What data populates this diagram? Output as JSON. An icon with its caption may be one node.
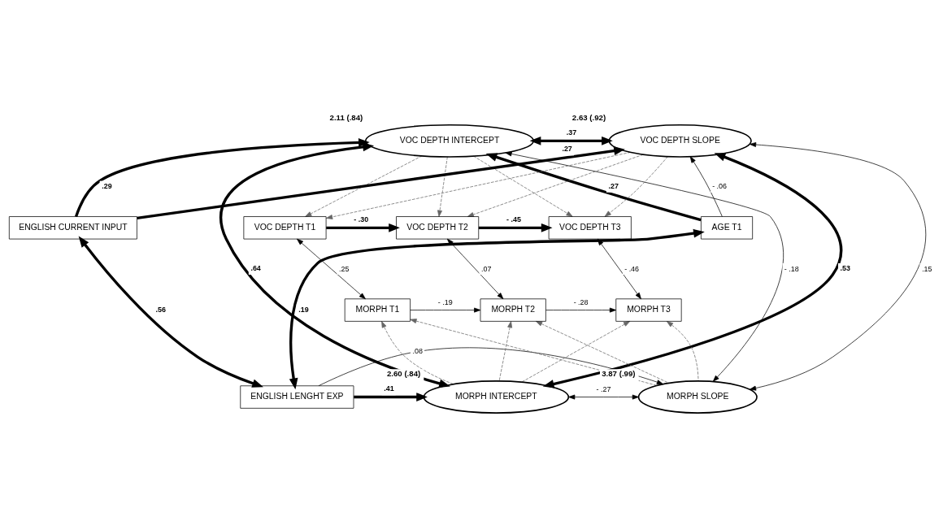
{
  "diagram": {
    "nodes": [
      {
        "text": [
          "ENGLISH CURRENT INPUT"
        ]
      },
      {
        "text": [
          "ENGLISH LENGHT EXP"
        ]
      },
      {
        "text": [
          "VOC DEPTH INTERCEPT"
        ],
        "beside": [
          "2.11 (.84)"
        ]
      },
      {
        "text": [
          "VOC DEPTH SLOPE"
        ],
        "beside": [
          "2.63 (.92)"
        ]
      },
      {
        "text": [
          "VOC DEPTH T1"
        ]
      },
      {
        "text": [
          "VOC DEPTH T2"
        ]
      },
      {
        "text": [
          "VOC DEPTH T3"
        ]
      },
      {
        "text": [
          "MORPH T1"
        ]
      },
      {
        "text": [
          "MORPH T2"
        ]
      },
      {
        "text": [
          "MORPH T3"
        ]
      },
      {
        "text": [
          "MORPH INTERCEPT"
        ],
        "beside": [
          "2.60 (.84)"
        ]
      },
      {
        "text": [
          "MORPH SLOPE"
        ],
        "beside": [
          "3.87 (.99)"
        ]
      },
      {
        "text": [
          "AGE T1"
        ]
      }
    ],
    "edges": [
      {
        "from": 2,
        "to": 3,
        "arrow": "both",
        "label": ".37",
        "style": "thick"
      },
      {
        "from": 0,
        "to": 2,
        "arrow": "to",
        "label": ".29",
        "style": "thick"
      },
      {
        "from": 0,
        "to": 3,
        "arrow": "to",
        "label": ".27",
        "style": "thick"
      },
      {
        "from": 12,
        "to": 2,
        "arrow": "to",
        "label": ".27",
        "style": "thick"
      },
      {
        "from": 12,
        "to": 3,
        "arrow": "to",
        "label": "- .06"
      },
      {
        "from": 0,
        "to": 1,
        "arrow": "both",
        "label": ".56",
        "style": "thick"
      },
      {
        "from": 2,
        "to": 4,
        "arrow": "to",
        "style": "dashed",
        "color": "#666666"
      },
      {
        "from": 2,
        "to": 5,
        "arrow": "to",
        "style": "dashed",
        "color": "#666666"
      },
      {
        "from": 2,
        "to": 6,
        "arrow": "to",
        "style": "dashed",
        "color": "#666666"
      },
      {
        "from": 3,
        "to": 4,
        "arrow": "to",
        "style": "dashed",
        "color": "#666666"
      },
      {
        "from": 3,
        "to": 5,
        "arrow": "to",
        "style": "dashed",
        "color": "#666666"
      },
      {
        "from": 3,
        "to": 6,
        "arrow": "to",
        "style": "dashed",
        "color": "#666666"
      },
      {
        "from": 4,
        "to": 5,
        "arrow": "to",
        "label": "- .30",
        "style": "thick"
      },
      {
        "from": 5,
        "to": 6,
        "arrow": "to",
        "label": "- .45",
        "style": "thick"
      },
      {
        "from": 4,
        "to": 7,
        "arrow": "both",
        "label": ".25"
      },
      {
        "from": 5,
        "to": 8,
        "arrow": "both",
        "label": ".07"
      },
      {
        "from": 6,
        "to": 9,
        "arrow": "both",
        "label": "- .46"
      },
      {
        "from": 7,
        "to": 8,
        "arrow": "to",
        "label": "- .19"
      },
      {
        "from": 8,
        "to": 9,
        "arrow": "to",
        "label": "- .28"
      },
      {
        "from": 10,
        "to": 7,
        "arrow": "to",
        "style": "dashed",
        "color": "#666666"
      },
      {
        "from": 10,
        "to": 8,
        "arrow": "to",
        "style": "dashed",
        "color": "#666666"
      },
      {
        "from": 10,
        "to": 9,
        "arrow": "to",
        "style": "dashed",
        "color": "#666666"
      },
      {
        "from": 11,
        "to": 7,
        "arrow": "to",
        "style": "dashed",
        "color": "#666666"
      },
      {
        "from": 11,
        "to": 8,
        "arrow": "to",
        "style": "dashed",
        "color": "#666666"
      },
      {
        "from": 11,
        "to": 9,
        "arrow": "to",
        "style": "dashed",
        "color": "#666666"
      },
      {
        "from": 1,
        "to": 10,
        "arrow": "to",
        "label": ".41",
        "style": "thick"
      },
      {
        "from": 1,
        "to": 11,
        "arrow": "to",
        "label": ".08"
      },
      {
        "from": 10,
        "to": 2,
        "arrow": "both",
        "label": ".64",
        "style": "thick"
      },
      {
        "from": 2,
        "to": 11,
        "arrow": "both",
        "label": "- .18"
      },
      {
        "from": 3,
        "to": 11,
        "arrow": "both",
        "label": ".15"
      },
      {
        "from": 3,
        "to": 10,
        "arrow": "both",
        "label": ".53",
        "style": "thick"
      },
      {
        "from": 10,
        "to": 11,
        "arrow": "both",
        "label": "- .27"
      },
      {
        "from": 12,
        "to": 1,
        "arrow": "both",
        "label": ".19",
        "style": "thick"
      }
    ]
  }
}
